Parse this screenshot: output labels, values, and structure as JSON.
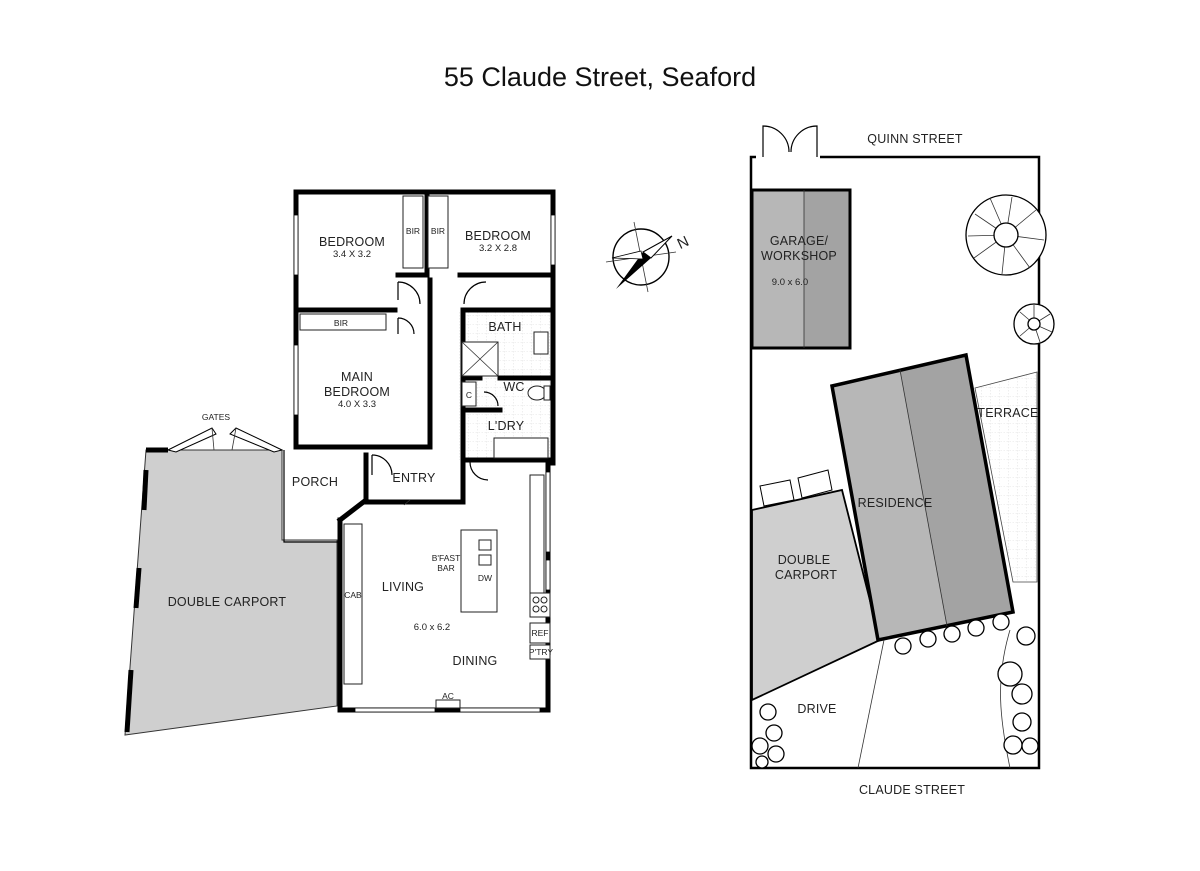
{
  "title": "55 Claude Street, Seaford",
  "floor_plan": {
    "rooms": {
      "bedroom_2": {
        "name": "BEDROOM",
        "size": "3.4 X 3.2"
      },
      "bedroom_3": {
        "name": "BEDROOM",
        "size": "3.2 X 2.8"
      },
      "main_bedroom": {
        "name_line1": "MAIN",
        "name_line2": "BEDROOM",
        "size": "4.0 X 3.3"
      },
      "bath": "BATH",
      "wc": "WC",
      "laundry": "L'DRY",
      "porch": "PORCH",
      "entry": "ENTRY",
      "living": "LIVING",
      "living_size": "6.0 x 6.2",
      "dining": "DINING",
      "double_carport": "DOUBLE CARPORT"
    },
    "fixtures": {
      "bir_1": "BIR",
      "bir_2": "BIR",
      "bir_3": "BIR",
      "cupboard": "C",
      "bfast_line1": "B'FAST",
      "bfast_line2": "BAR",
      "dishwasher": "DW",
      "cabinet": "CAB",
      "fridge": "REF",
      "pantry": "P'TRY",
      "air_con": "AC",
      "gates": "GATES"
    }
  },
  "site_plan": {
    "streets": {
      "top": "QUINN STREET",
      "bottom": "CLAUDE STREET"
    },
    "garage": {
      "line1": "GARAGE/",
      "line2": "WORKSHOP",
      "size": "9.0 x 6.0"
    },
    "residence": "RESIDENCE",
    "terrace": "TERRACE",
    "carport": {
      "line1": "DOUBLE",
      "line2": "CARPORT"
    },
    "drive": "DRIVE"
  },
  "compass": {
    "north_label": "N"
  },
  "colors": {
    "wall": "#000000",
    "roof_light": "#b7b7b7",
    "roof_dark": "#a3a3a3",
    "carport_fill": "#cfcfcf"
  }
}
